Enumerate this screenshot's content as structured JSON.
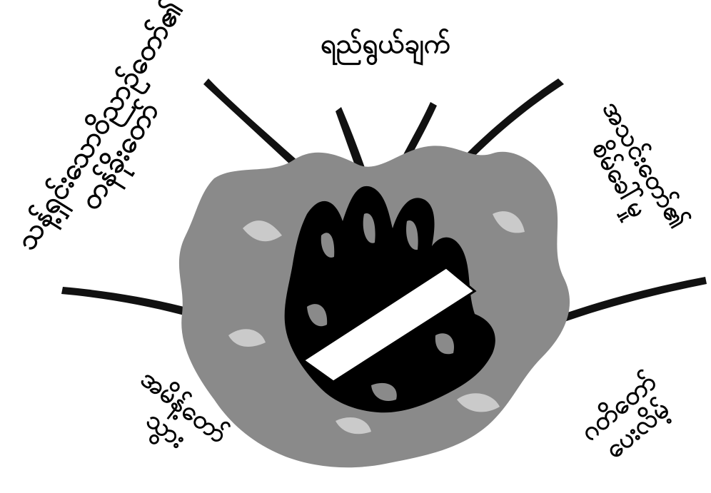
{
  "labels": {
    "top": "ရည်ရွယ်ချက်",
    "top_left": {
      "line1": "သန့်ရှင်းသောဝိညာဉ်တော်၏",
      "line2": "တန်ခိုးတော်"
    },
    "top_right": {
      "line1": "အသင်းတော်၏",
      "line2": "စိမ်ခေါ်မှု"
    },
    "bottom_left": {
      "line1": "အမိန့်တော်",
      "line2": "သွား"
    },
    "bottom_right": {
      "line1": "ဂတိတော်",
      "line2": "ပေးလိမ့်"
    }
  },
  "colors": {
    "background": "#ffffff",
    "flame_outer": "#8a8a8a",
    "flame_inner": "#000000",
    "rays": "#111111",
    "slab": "#ffffff"
  },
  "icons": [
    "fire-icon",
    "light-ray-icon"
  ]
}
